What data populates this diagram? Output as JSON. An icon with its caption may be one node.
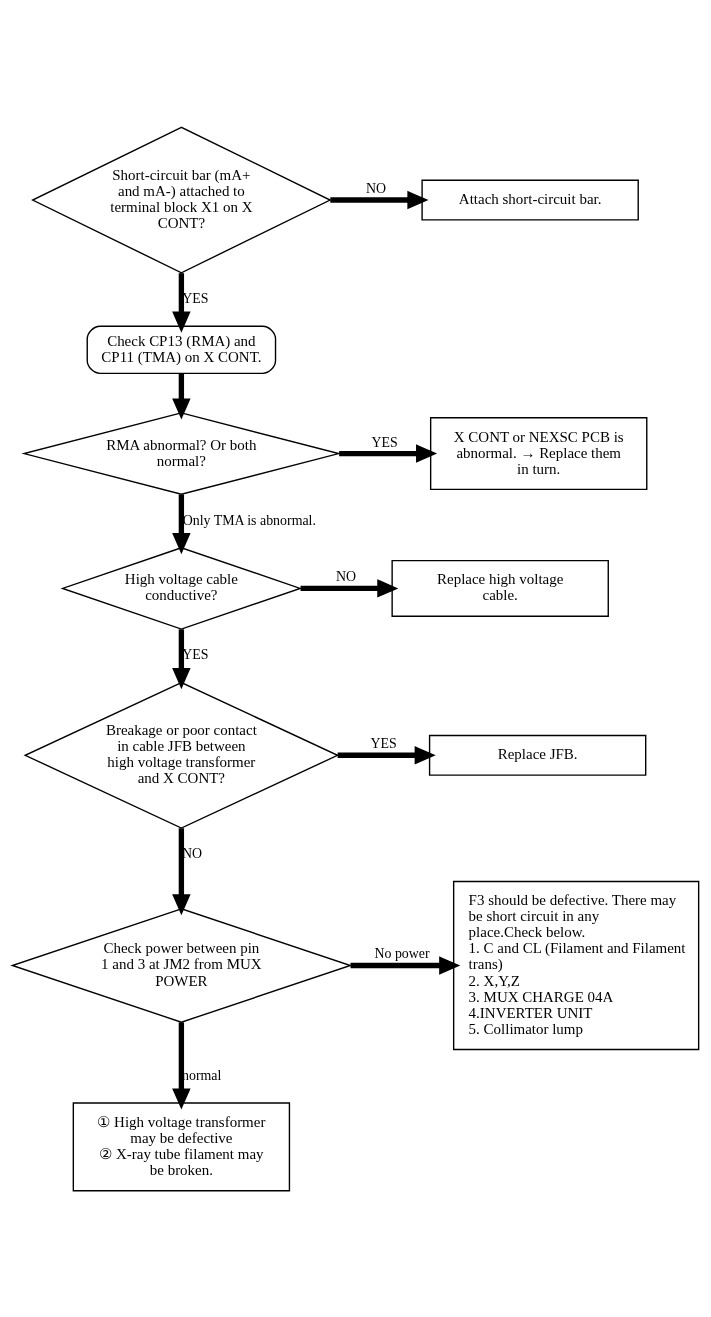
{
  "diagram": {
    "nodes": [
      {
        "text": [
          "Short-circuit bar (mA+ and mA-) attached to terminal block X1 on X CONT?"
        ]
      },
      {
        "text": [
          "Attach short-circuit bar."
        ]
      },
      {
        "text": [
          "Check CP13 (RMA) and CP11 (TMA) on X CONT."
        ]
      },
      {
        "text": [
          "RMA abnormal? Or both normal?"
        ]
      },
      {
        "text": [
          "X CONT or NEXSC PCB is abnormal. → Replace them in turn."
        ]
      },
      {
        "text": [
          "High voltage cable conductive?"
        ]
      },
      {
        "text": [
          "Replace high voltage cable."
        ]
      },
      {
        "text": [
          "Breakage or poor contact in cable JFB between high voltage transformer and X CONT?"
        ]
      },
      {
        "text": [
          "Replace JFB."
        ]
      },
      {
        "text": [
          "Check power between pin 1 and 3 at JM2 from MUX POWER"
        ]
      },
      {
        "text": [
          "F3 should be defective. There may be short circuit in any place.Check below.",
          "1. C and CL (Filament and Filament trans)",
          "2. X,Y,Z",
          "3. MUX CHARGE 04A",
          "4.INVERTER UNIT",
          "5. Collimator lump"
        ]
      },
      {
        "text": [
          "① High voltage transformer may be defective",
          "② X-ray tube filament may be broken."
        ]
      }
    ],
    "edges": [
      {
        "from": 0,
        "to": 1,
        "arrow": "to",
        "label": "NO"
      },
      {
        "from": 0,
        "to": 2,
        "arrow": "to",
        "label": "YES"
      },
      {
        "from": 2,
        "to": 3,
        "arrow": "to"
      },
      {
        "from": 3,
        "to": 4,
        "arrow": "to",
        "label": "YES"
      },
      {
        "from": 3,
        "to": 5,
        "arrow": "to",
        "label": "Only TMA is abnormal."
      },
      {
        "from": 5,
        "to": 6,
        "arrow": "to",
        "label": "NO"
      },
      {
        "from": 5,
        "to": 7,
        "arrow": "to",
        "label": "YES"
      },
      {
        "from": 7,
        "to": 8,
        "arrow": "to",
        "label": "YES"
      },
      {
        "from": 7,
        "to": 9,
        "arrow": "to",
        "label": "NO"
      },
      {
        "from": 9,
        "to": 10,
        "arrow": "to",
        "label": "No power"
      },
      {
        "from": 9,
        "to": 11,
        "arrow": "to",
        "label": "normal"
      }
    ]
  }
}
